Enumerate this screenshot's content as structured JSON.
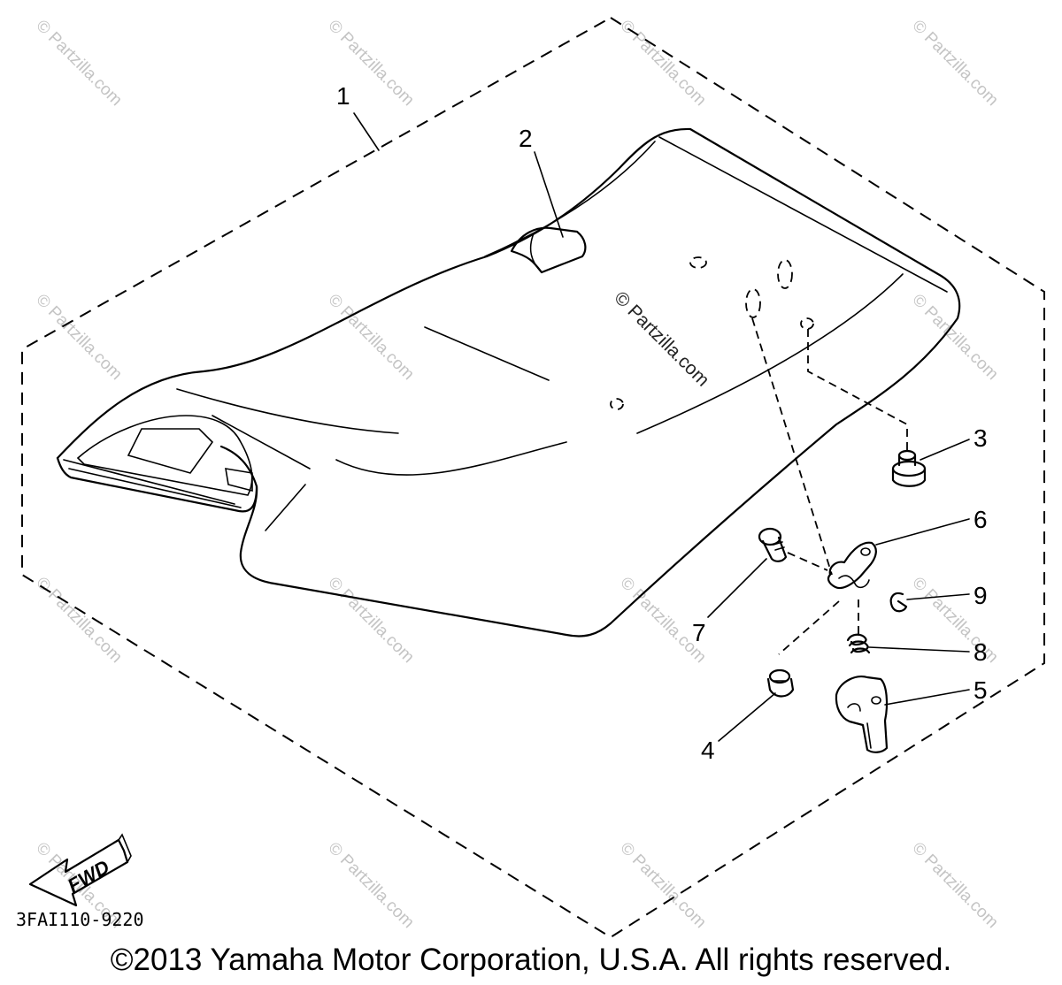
{
  "callouts": [
    "1",
    "2",
    "3",
    "4",
    "5",
    "6",
    "7",
    "8",
    "9"
  ],
  "direction_label": "FWD",
  "diagram_code": "3FAI110-9220",
  "watermark": "© Partzilla.com",
  "copyright": "©2013 Yamaha Motor Corporation, U.S.A. All rights reserved."
}
